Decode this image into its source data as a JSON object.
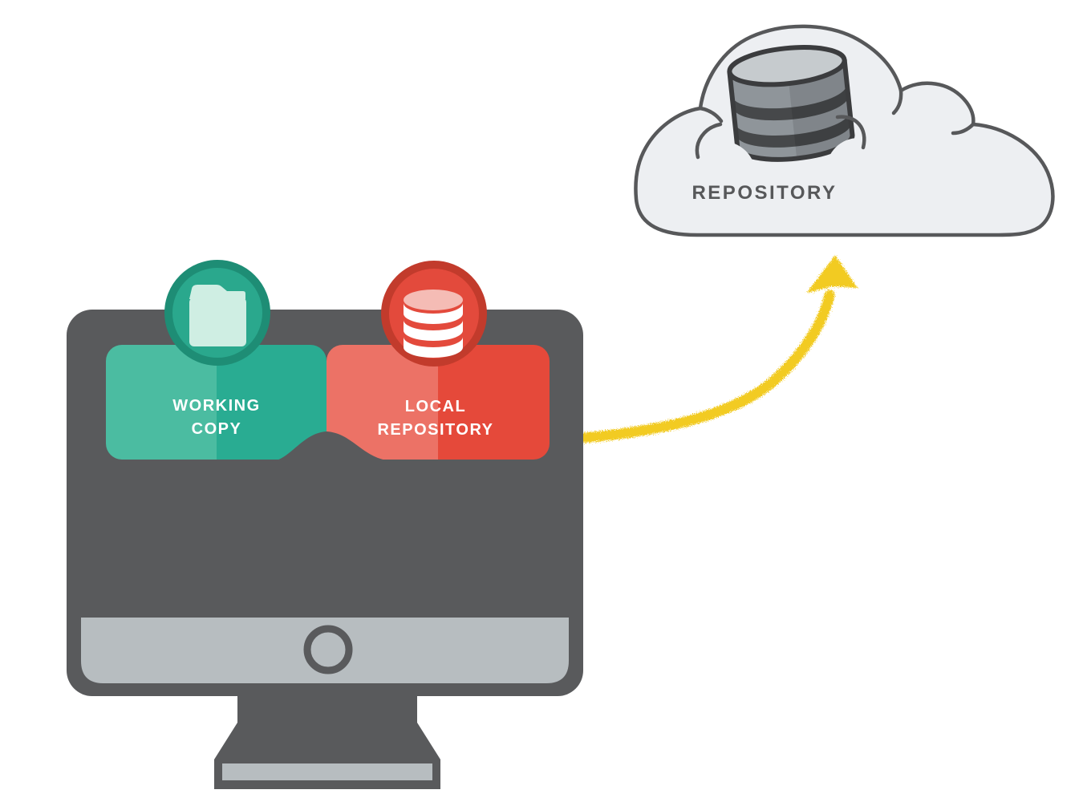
{
  "diagram": {
    "monitor": {
      "working_copy": {
        "line1": "WORKING",
        "line2": "COPY"
      },
      "local_repository": {
        "line1": "LOCAL",
        "line2": "REPOSITORY"
      }
    },
    "cloud": {
      "label": "REPOSITORY"
    }
  },
  "icons": {
    "working_copy_badge": "folder-icon",
    "local_repository_badge": "database-icon",
    "cloud_badge": "database-icon",
    "arrow": "hand-drawn-curved-arrow-up-right"
  },
  "colors": {
    "background": "#ffffff",
    "monitor": "#595a5c",
    "monitor_chin": "#b7bdc0",
    "card_green_light": "#4bbca1",
    "card_green_dark": "#29ac92",
    "badge_green_ring": "#1e8d75",
    "badge_green_fill": "#2aa88d",
    "folder_glyph": "#cfeee3",
    "card_red_light": "#ec7266",
    "card_red_dark": "#e5493a",
    "badge_red_ring": "#c23b2c",
    "badge_red_fill": "#e34a3c",
    "db_glyph_top": "#f5bcb5",
    "db_glyph_band": "#ffffff",
    "cloud_fill": "#edeff2",
    "cloud_stroke": "#57585a",
    "cloud_db_outline": "#3b3c3e",
    "cloud_db_top": "#c6cbce",
    "cloud_db_body": "#8f959a",
    "cloud_db_band": "#46484a",
    "arrow": "#f2cb20",
    "label_light": "#ffffff",
    "label_dark": "#57585a"
  }
}
